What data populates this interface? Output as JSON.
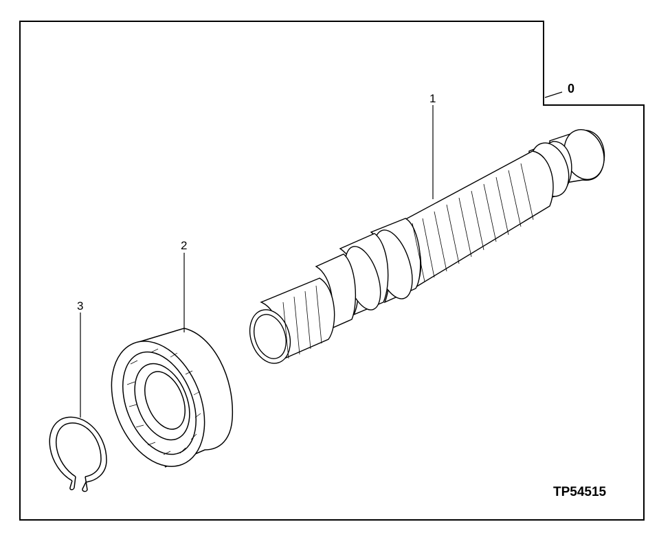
{
  "diagram": {
    "figure_id": "TP54515",
    "callouts": [
      {
        "id": "0",
        "label": "0"
      },
      {
        "id": "1",
        "label": "1"
      },
      {
        "id": "2",
        "label": "2"
      },
      {
        "id": "3",
        "label": "3"
      }
    ],
    "parts": [
      {
        "callout": "1",
        "icon": "splined-shaft-icon"
      },
      {
        "callout": "2",
        "icon": "roller-bearing-icon"
      },
      {
        "callout": "3",
        "icon": "snap-ring-icon"
      }
    ]
  }
}
